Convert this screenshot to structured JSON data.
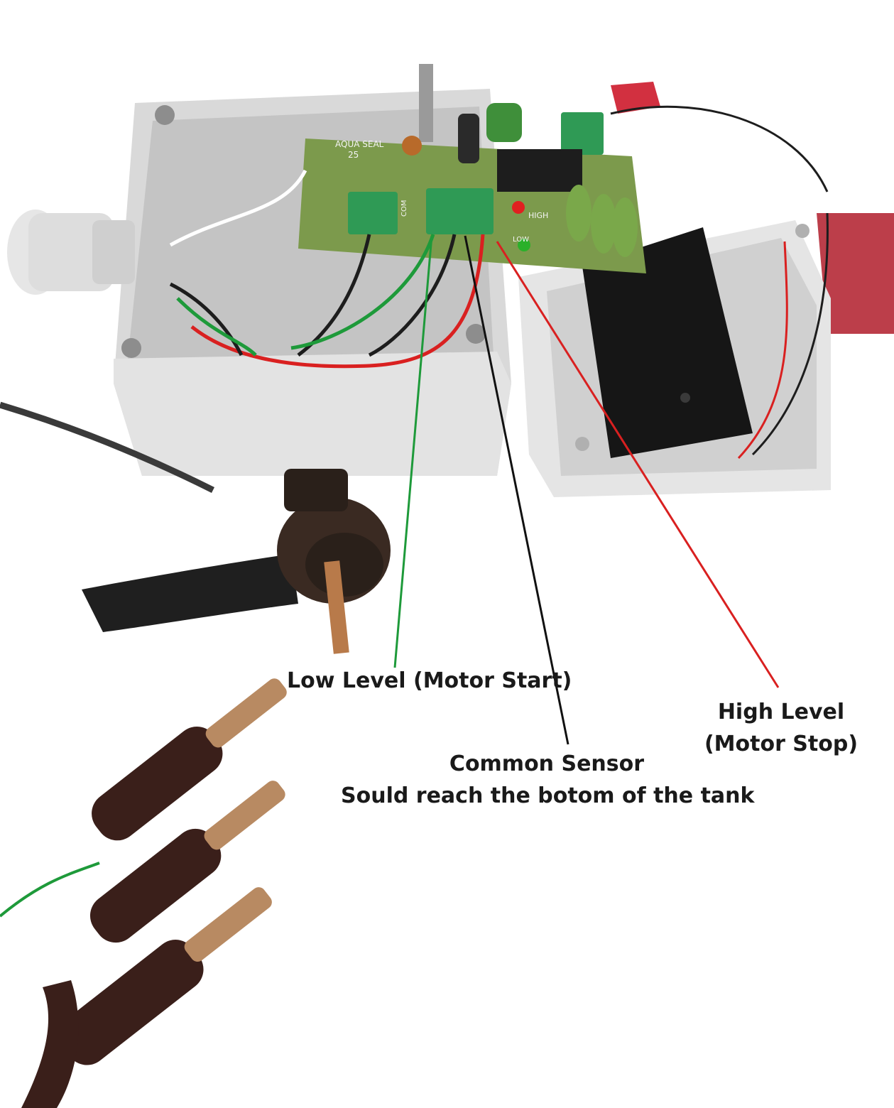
{
  "photo": {
    "board_print": "AQUA SEAL",
    "board_model": "25",
    "board_com_label": "COM",
    "board_high_label": "HIGH",
    "board_low_label": "LOW"
  },
  "labels": {
    "low_level": "Low Level (Motor Start)",
    "high_level_line1": "High Level",
    "high_level_line2": "(Motor Stop)",
    "common_line1": "Common Sensor",
    "common_line2": "Sould reach the botom of the tank"
  },
  "colors": {
    "low_wire": "#1e9a3a",
    "common_wire": "#111111",
    "high_wire": "#d92020",
    "box": "#dcdcdc",
    "pcb": "#7c9a4c"
  }
}
